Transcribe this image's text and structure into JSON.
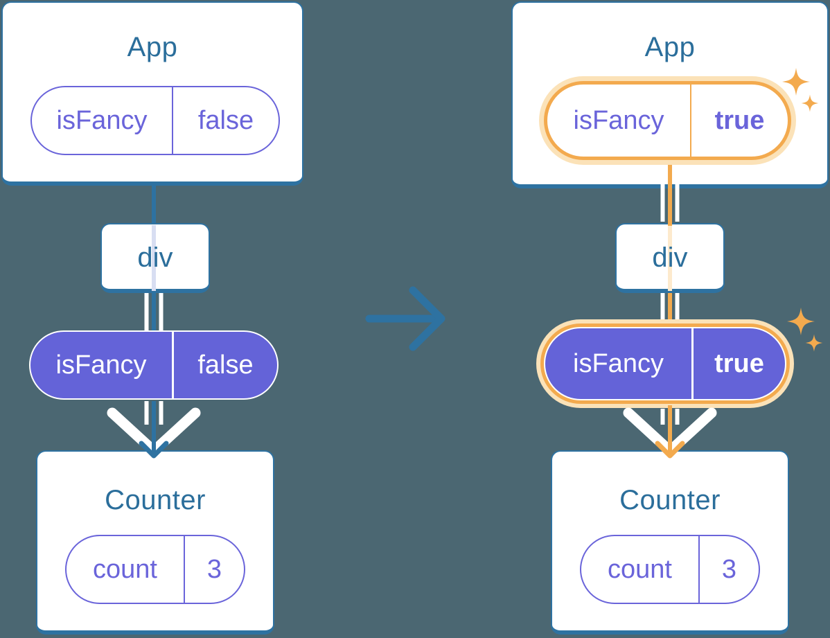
{
  "colors": {
    "background": "#4b6772",
    "teal": "#2e72a1",
    "teal_text": "#2b6e9b",
    "purple": "#6a64da",
    "purple_fill": "#6463d8",
    "orange": "#f3aa4e",
    "orange_light": "#fbe2b8",
    "lavender_line": "#d8def2",
    "peach_line": "#fdeacd"
  },
  "left_tree": {
    "app": {
      "title": "App",
      "prop_name": "isFancy",
      "prop_value": "false"
    },
    "div_label": "div",
    "passed_prop": {
      "name": "isFancy",
      "value": "false"
    },
    "counter": {
      "title": "Counter",
      "state_name": "count",
      "state_value": "3"
    }
  },
  "right_tree": {
    "app": {
      "title": "App",
      "prop_name": "isFancy",
      "prop_value": "true"
    },
    "div_label": "div",
    "passed_prop": {
      "name": "isFancy",
      "value": "true"
    },
    "counter": {
      "title": "Counter",
      "state_name": "count",
      "state_value": "3"
    }
  }
}
